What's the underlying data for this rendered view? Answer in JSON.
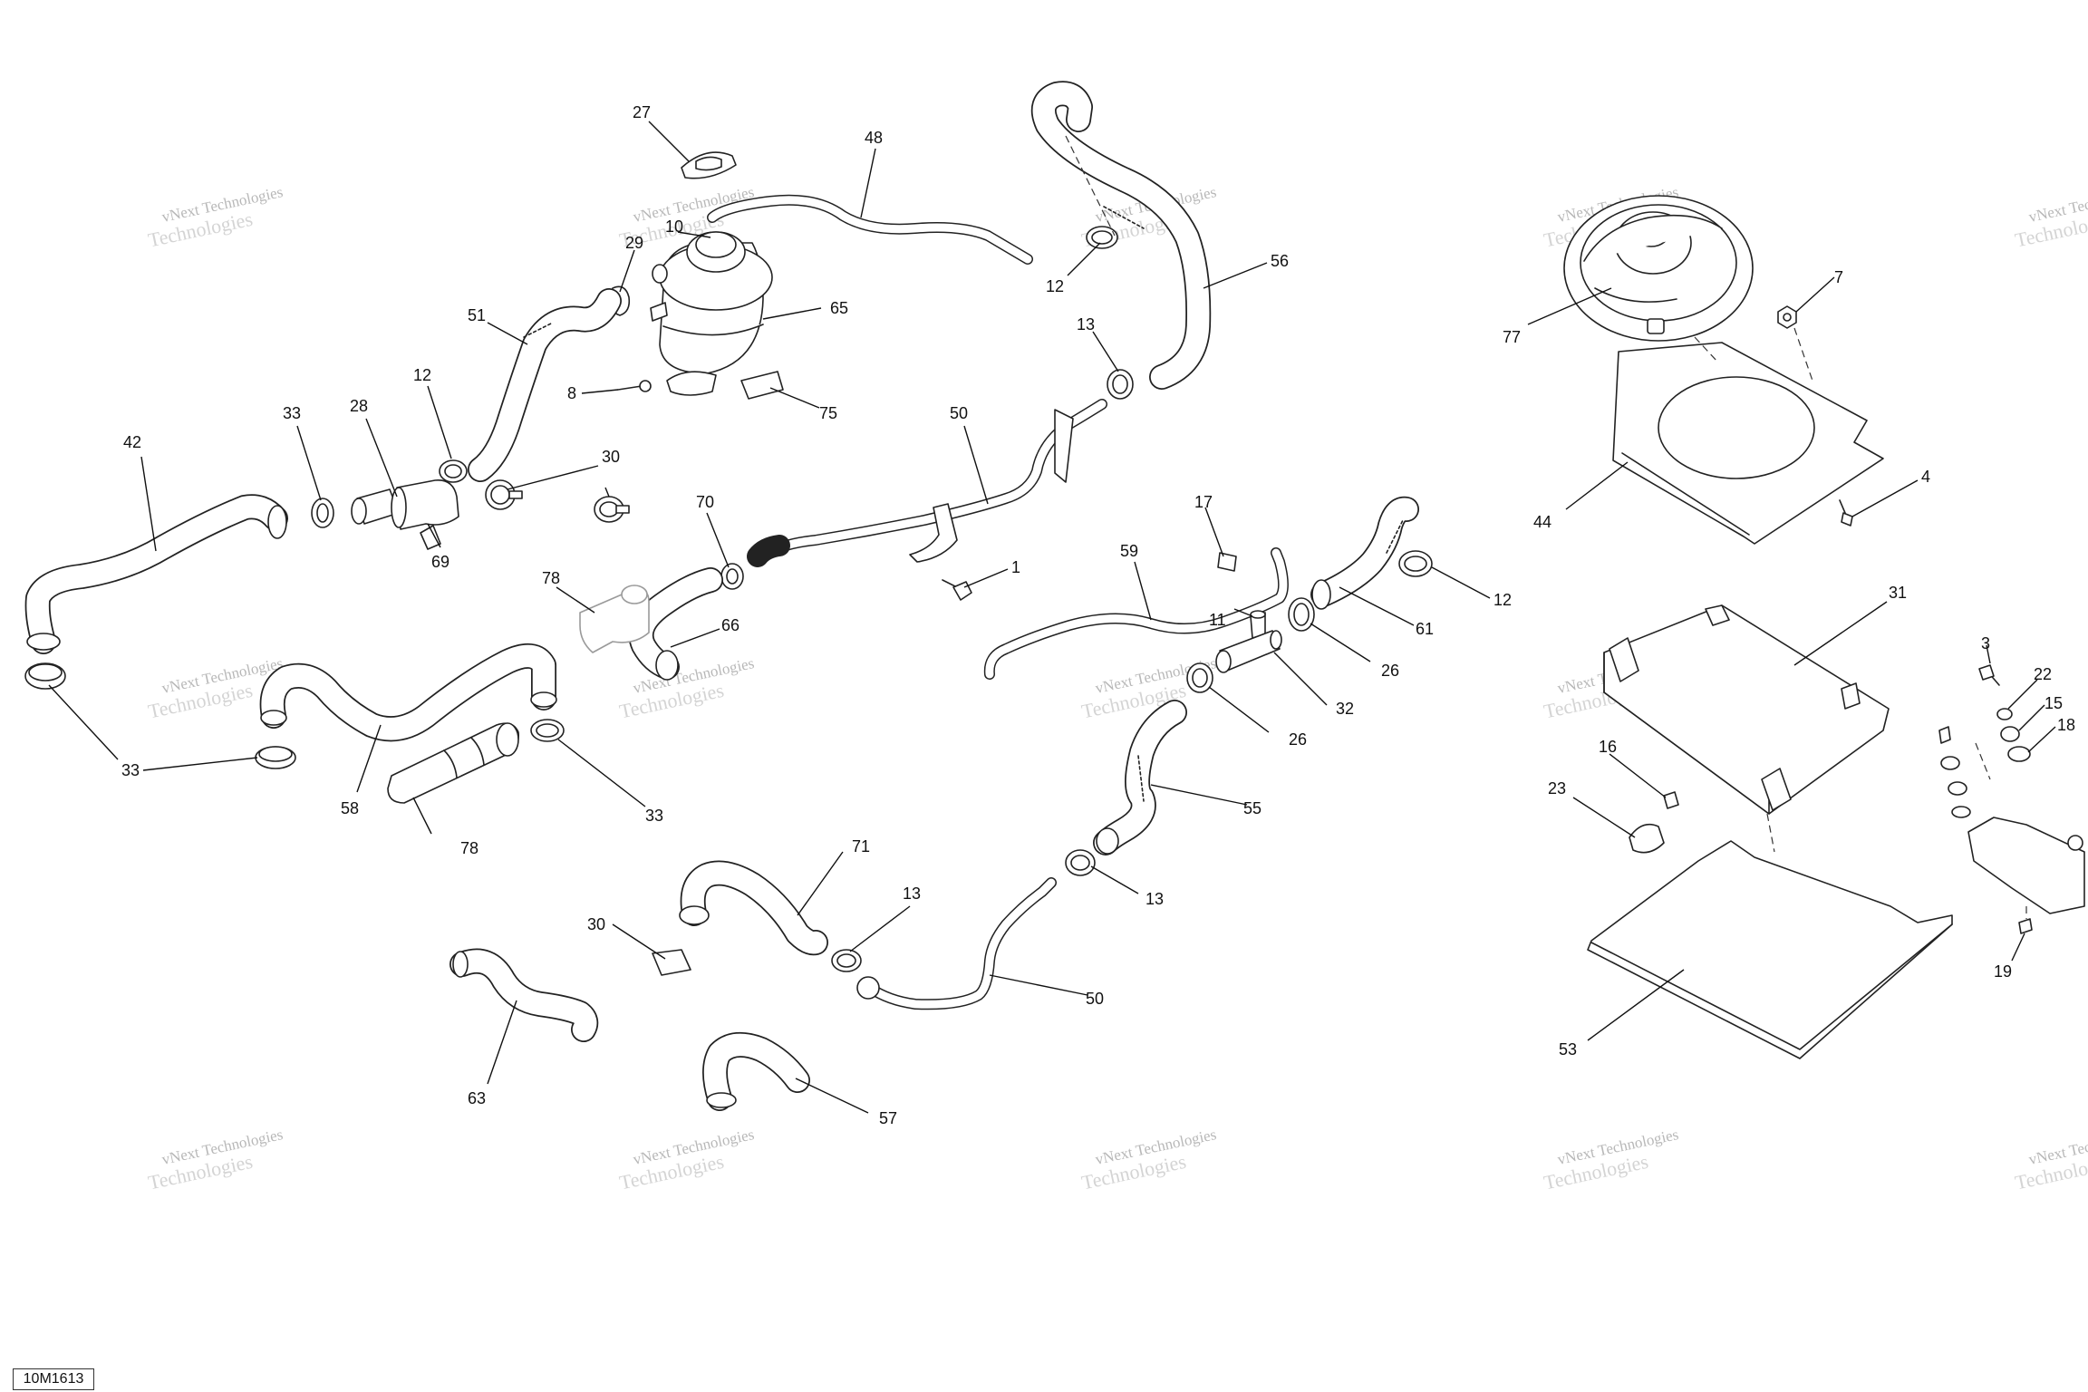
{
  "drawing_reference": "10M1613",
  "watermark": {
    "line1": "vNext Technologies",
    "line2": "Technologies"
  },
  "callouts": [
    {
      "id": "c27",
      "label": "27"
    },
    {
      "id": "c48",
      "label": "48"
    },
    {
      "id": "c10",
      "label": "10"
    },
    {
      "id": "c29",
      "label": "29"
    },
    {
      "id": "c65",
      "label": "65"
    },
    {
      "id": "c51",
      "label": "51"
    },
    {
      "id": "c8",
      "label": "8"
    },
    {
      "id": "c75",
      "label": "75"
    },
    {
      "id": "c12a",
      "label": "12"
    },
    {
      "id": "c56",
      "label": "56"
    },
    {
      "id": "c13a",
      "label": "13"
    },
    {
      "id": "c50a",
      "label": "50"
    },
    {
      "id": "c42",
      "label": "42"
    },
    {
      "id": "c33a",
      "label": "33"
    },
    {
      "id": "c28",
      "label": "28"
    },
    {
      "id": "c12b",
      "label": "12"
    },
    {
      "id": "c30a",
      "label": "30"
    },
    {
      "id": "c69",
      "label": "69"
    },
    {
      "id": "c70",
      "label": "70"
    },
    {
      "id": "c1",
      "label": "1"
    },
    {
      "id": "c17",
      "label": "17"
    },
    {
      "id": "c59",
      "label": "59"
    },
    {
      "id": "c11",
      "label": "11"
    },
    {
      "id": "c12c",
      "label": "12"
    },
    {
      "id": "c61",
      "label": "61"
    },
    {
      "id": "c26a",
      "label": "26"
    },
    {
      "id": "c32",
      "label": "32"
    },
    {
      "id": "c26b",
      "label": "26"
    },
    {
      "id": "c78a",
      "label": "78"
    },
    {
      "id": "c66",
      "label": "66"
    },
    {
      "id": "c33b",
      "label": "33"
    },
    {
      "id": "c58",
      "label": "58"
    },
    {
      "id": "c78b",
      "label": "78"
    },
    {
      "id": "c33c",
      "label": "33"
    },
    {
      "id": "c55",
      "label": "55"
    },
    {
      "id": "c71",
      "label": "71"
    },
    {
      "id": "c13b",
      "label": "13"
    },
    {
      "id": "c30b",
      "label": "30"
    },
    {
      "id": "c13c",
      "label": "13"
    },
    {
      "id": "c50b",
      "label": "50"
    },
    {
      "id": "c63",
      "label": "63"
    },
    {
      "id": "c57",
      "label": "57"
    },
    {
      "id": "c77",
      "label": "77"
    },
    {
      "id": "c7",
      "label": "7"
    },
    {
      "id": "c44",
      "label": "44"
    },
    {
      "id": "c4",
      "label": "4"
    },
    {
      "id": "c31",
      "label": "31"
    },
    {
      "id": "c3",
      "label": "3"
    },
    {
      "id": "c22",
      "label": "22"
    },
    {
      "id": "c15",
      "label": "15"
    },
    {
      "id": "c18",
      "label": "18"
    },
    {
      "id": "c16",
      "label": "16"
    },
    {
      "id": "c23",
      "label": "23"
    },
    {
      "id": "c53",
      "label": "53"
    },
    {
      "id": "c19",
      "label": "19"
    }
  ]
}
